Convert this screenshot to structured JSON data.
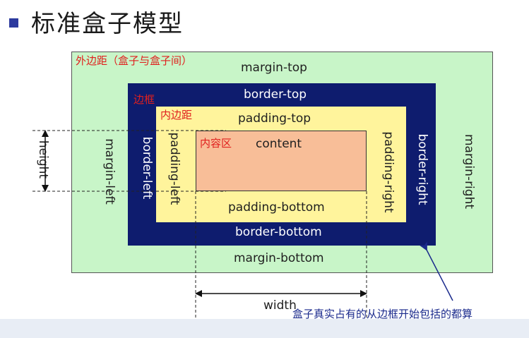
{
  "title": "标准盒子模型",
  "regions": {
    "margin_name": "外边距（盒子与盒子间）",
    "border_name": "边框",
    "padding_name": "内边距",
    "content_name": "内容区"
  },
  "labels": {
    "margin_top": "margin-top",
    "margin_bottom": "margin-bottom",
    "margin_left": "margin-left",
    "margin_right": "margin-right",
    "border_top": "border-top",
    "border_bottom": "border-bottom",
    "border_left": "border-left",
    "border_right": "border-right",
    "padding_top": "padding-top",
    "padding_bottom": "padding-bottom",
    "padding_left": "padding-left",
    "padding_right": "padding-right",
    "content": "content",
    "height": "height",
    "width": "width"
  },
  "caption": "盒子真实占有的从边框开始包括的都算",
  "colors": {
    "margin": "#c8f5c8",
    "border": "#0e1c6e",
    "padding": "#fff49c",
    "content": "#f8be98",
    "region_label": "#e0201e",
    "caption": "#1a2a8c"
  }
}
